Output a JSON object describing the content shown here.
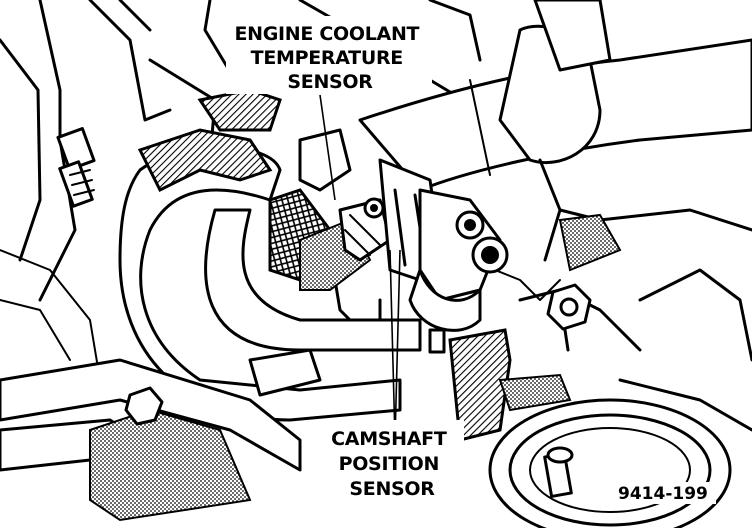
{
  "labels": {
    "coolant_sensor": [
      "ENGINE COOLANT",
      "TEMPERATURE",
      "SENSOR"
    ],
    "camshaft_sensor": [
      "CAMSHAFT",
      "POSITION",
      "SENSOR"
    ]
  },
  "figure_id": "9414-199"
}
